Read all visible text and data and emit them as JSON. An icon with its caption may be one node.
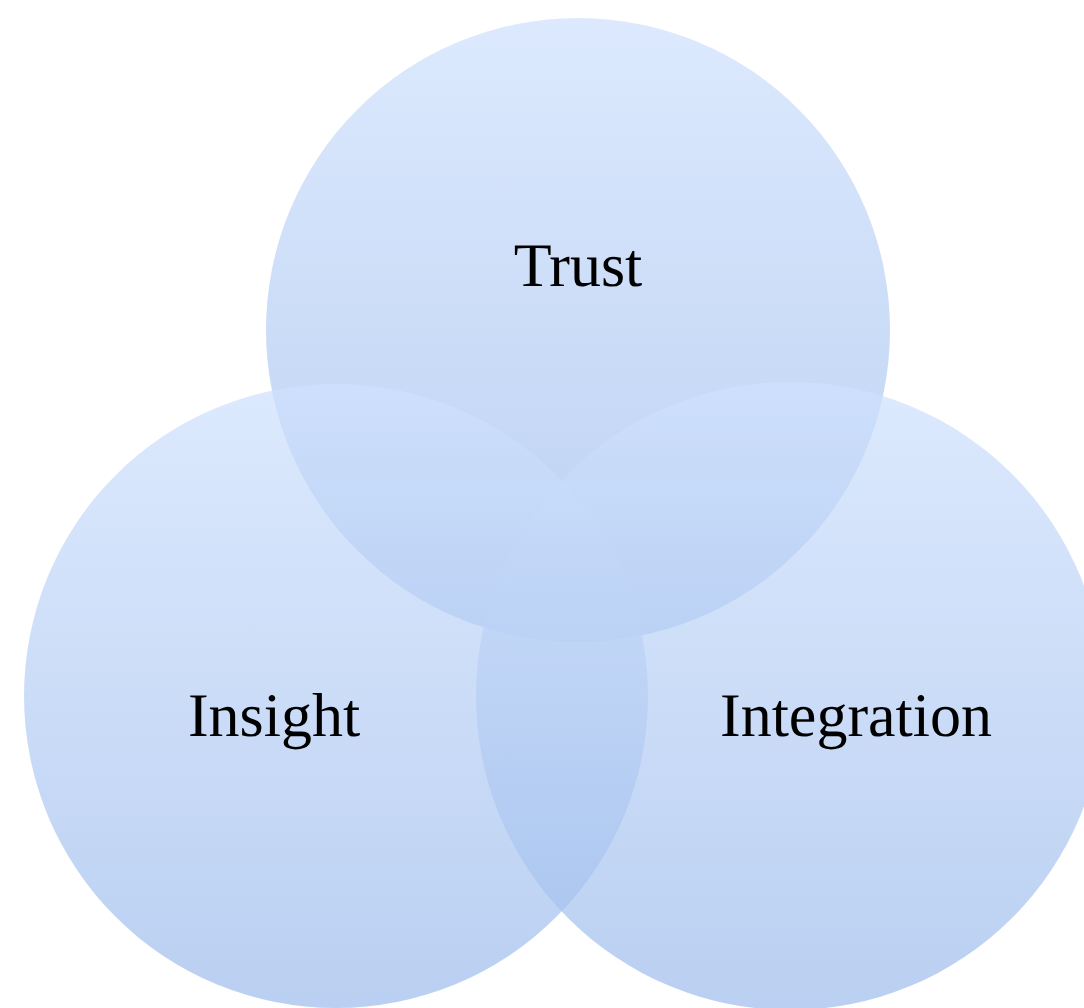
{
  "diagram": {
    "nodes": [
      {
        "text": [
          "Trust"
        ]
      },
      {
        "text": [
          "Insight"
        ]
      },
      {
        "text": [
          "Integration"
        ]
      }
    ]
  }
}
